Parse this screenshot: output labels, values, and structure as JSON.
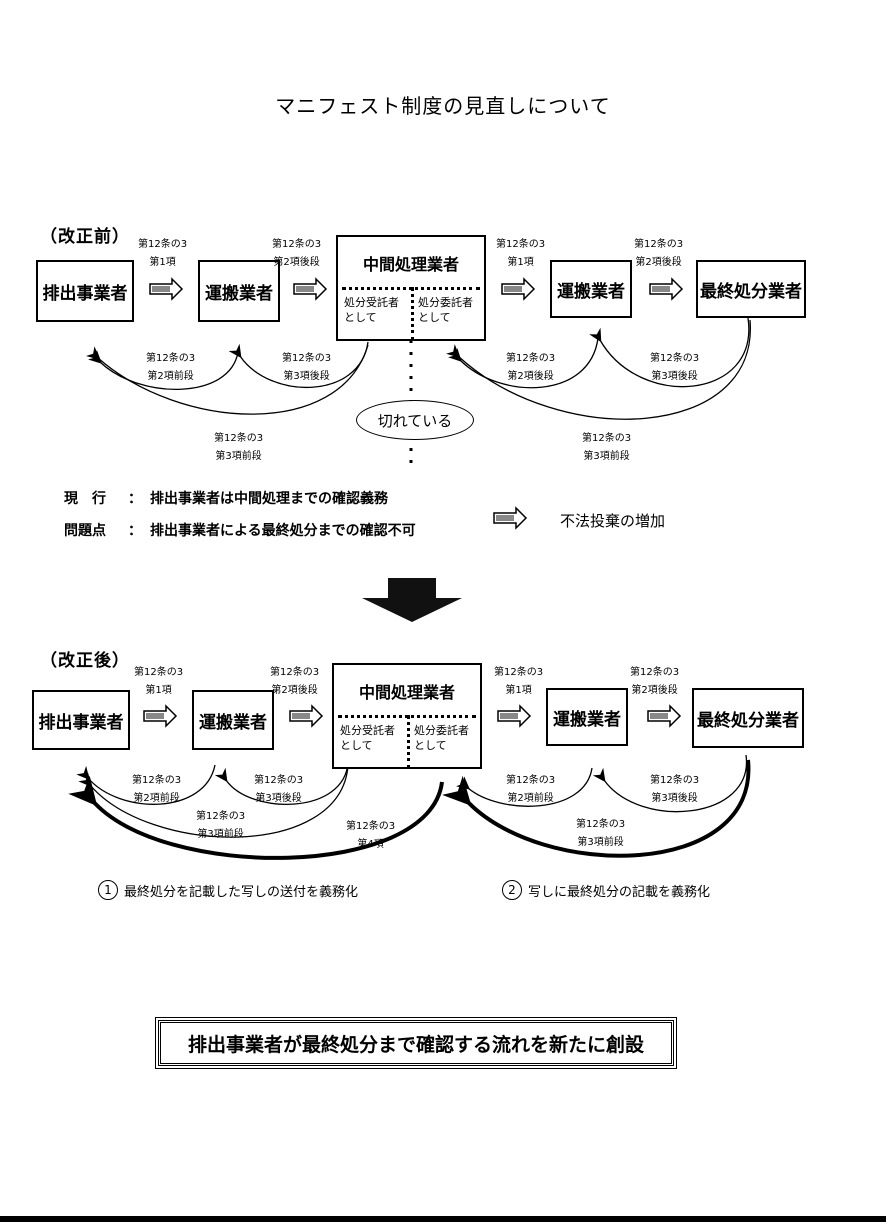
{
  "title": "マニフェスト制度の見直しについて",
  "before": {
    "label": "（改正前）",
    "nodes": {
      "generator": "排出事業者",
      "transporter1": "運搬業者",
      "intermediate": {
        "title": "中間処理業者",
        "left_role": [
          "処分受託者",
          "として"
        ],
        "right_role": [
          "処分委託者",
          "として"
        ]
      },
      "transporter2": "運搬業者",
      "final": "最終処分業者"
    },
    "forward_refs": [
      {
        "line1": "第12条の3",
        "line2": "第1項"
      },
      {
        "line1": "第12条の3",
        "line2": "第2項後段"
      },
      {
        "line1": "第12条の3",
        "line2": "第1項"
      },
      {
        "line1": "第12条の3",
        "line2": "第2項後段"
      }
    ],
    "return_refs": [
      {
        "line1": "第12条の3",
        "line2": "第2項前段"
      },
      {
        "line1": "第12条の3",
        "line2": "第3項後段"
      },
      {
        "line1": "第12条の3",
        "line2": "第3項前段"
      },
      {
        "line1": "第12条の3",
        "line2": "第2項後段"
      },
      {
        "line1": "第12条の3",
        "line2": "第3項後段"
      },
      {
        "line1": "第12条の3",
        "line2": "第3項前段"
      }
    ],
    "break_label": "切れている"
  },
  "issues": {
    "current_label": "現　行",
    "current_sep": "：",
    "current_text": "排出事業者は中間処理までの確認義務",
    "problem_label": "問題点",
    "problem_sep": "：",
    "problem_text": "排出事業者による最終処分までの確認不可",
    "consequence": "不法投棄の増加"
  },
  "after": {
    "label": "（改正後）",
    "nodes": {
      "generator": "排出事業者",
      "transporter1": "運搬業者",
      "intermediate": {
        "title": "中間処理業者",
        "left_role": [
          "処分受託者",
          "として"
        ],
        "right_role": [
          "処分委託者",
          "として"
        ]
      },
      "transporter2": "運搬業者",
      "final": "最終処分業者"
    },
    "forward_refs": [
      {
        "line1": "第12条の3",
        "line2": "第1項"
      },
      {
        "line1": "第12条の3",
        "line2": "第2項後段"
      },
      {
        "line1": "第12条の3",
        "line2": "第1項"
      },
      {
        "line1": "第12条の3",
        "line2": "第2項後段"
      }
    ],
    "return_refs": [
      {
        "line1": "第12条の3",
        "line2": "第2項前段"
      },
      {
        "line1": "第12条の3",
        "line2": "第3項後段"
      },
      {
        "line1": "第12条の3",
        "line2": "第3項前段"
      },
      {
        "line1": "第12条の3",
        "line2": "第4項"
      },
      {
        "line1": "第12条の3",
        "line2": "第2項前段"
      },
      {
        "line1": "第12条の3",
        "line2": "第3項後段"
      },
      {
        "line1": "第12条の3",
        "line2": "第3項前段"
      }
    ],
    "changes": [
      {
        "num": "1",
        "text": "最終処分を記載した写しの送付を義務化"
      },
      {
        "num": "2",
        "text": "写しに最終処分の記載を義務化"
      }
    ]
  },
  "conclusion": "排出事業者が最終処分まで確認する流れを新たに創設"
}
